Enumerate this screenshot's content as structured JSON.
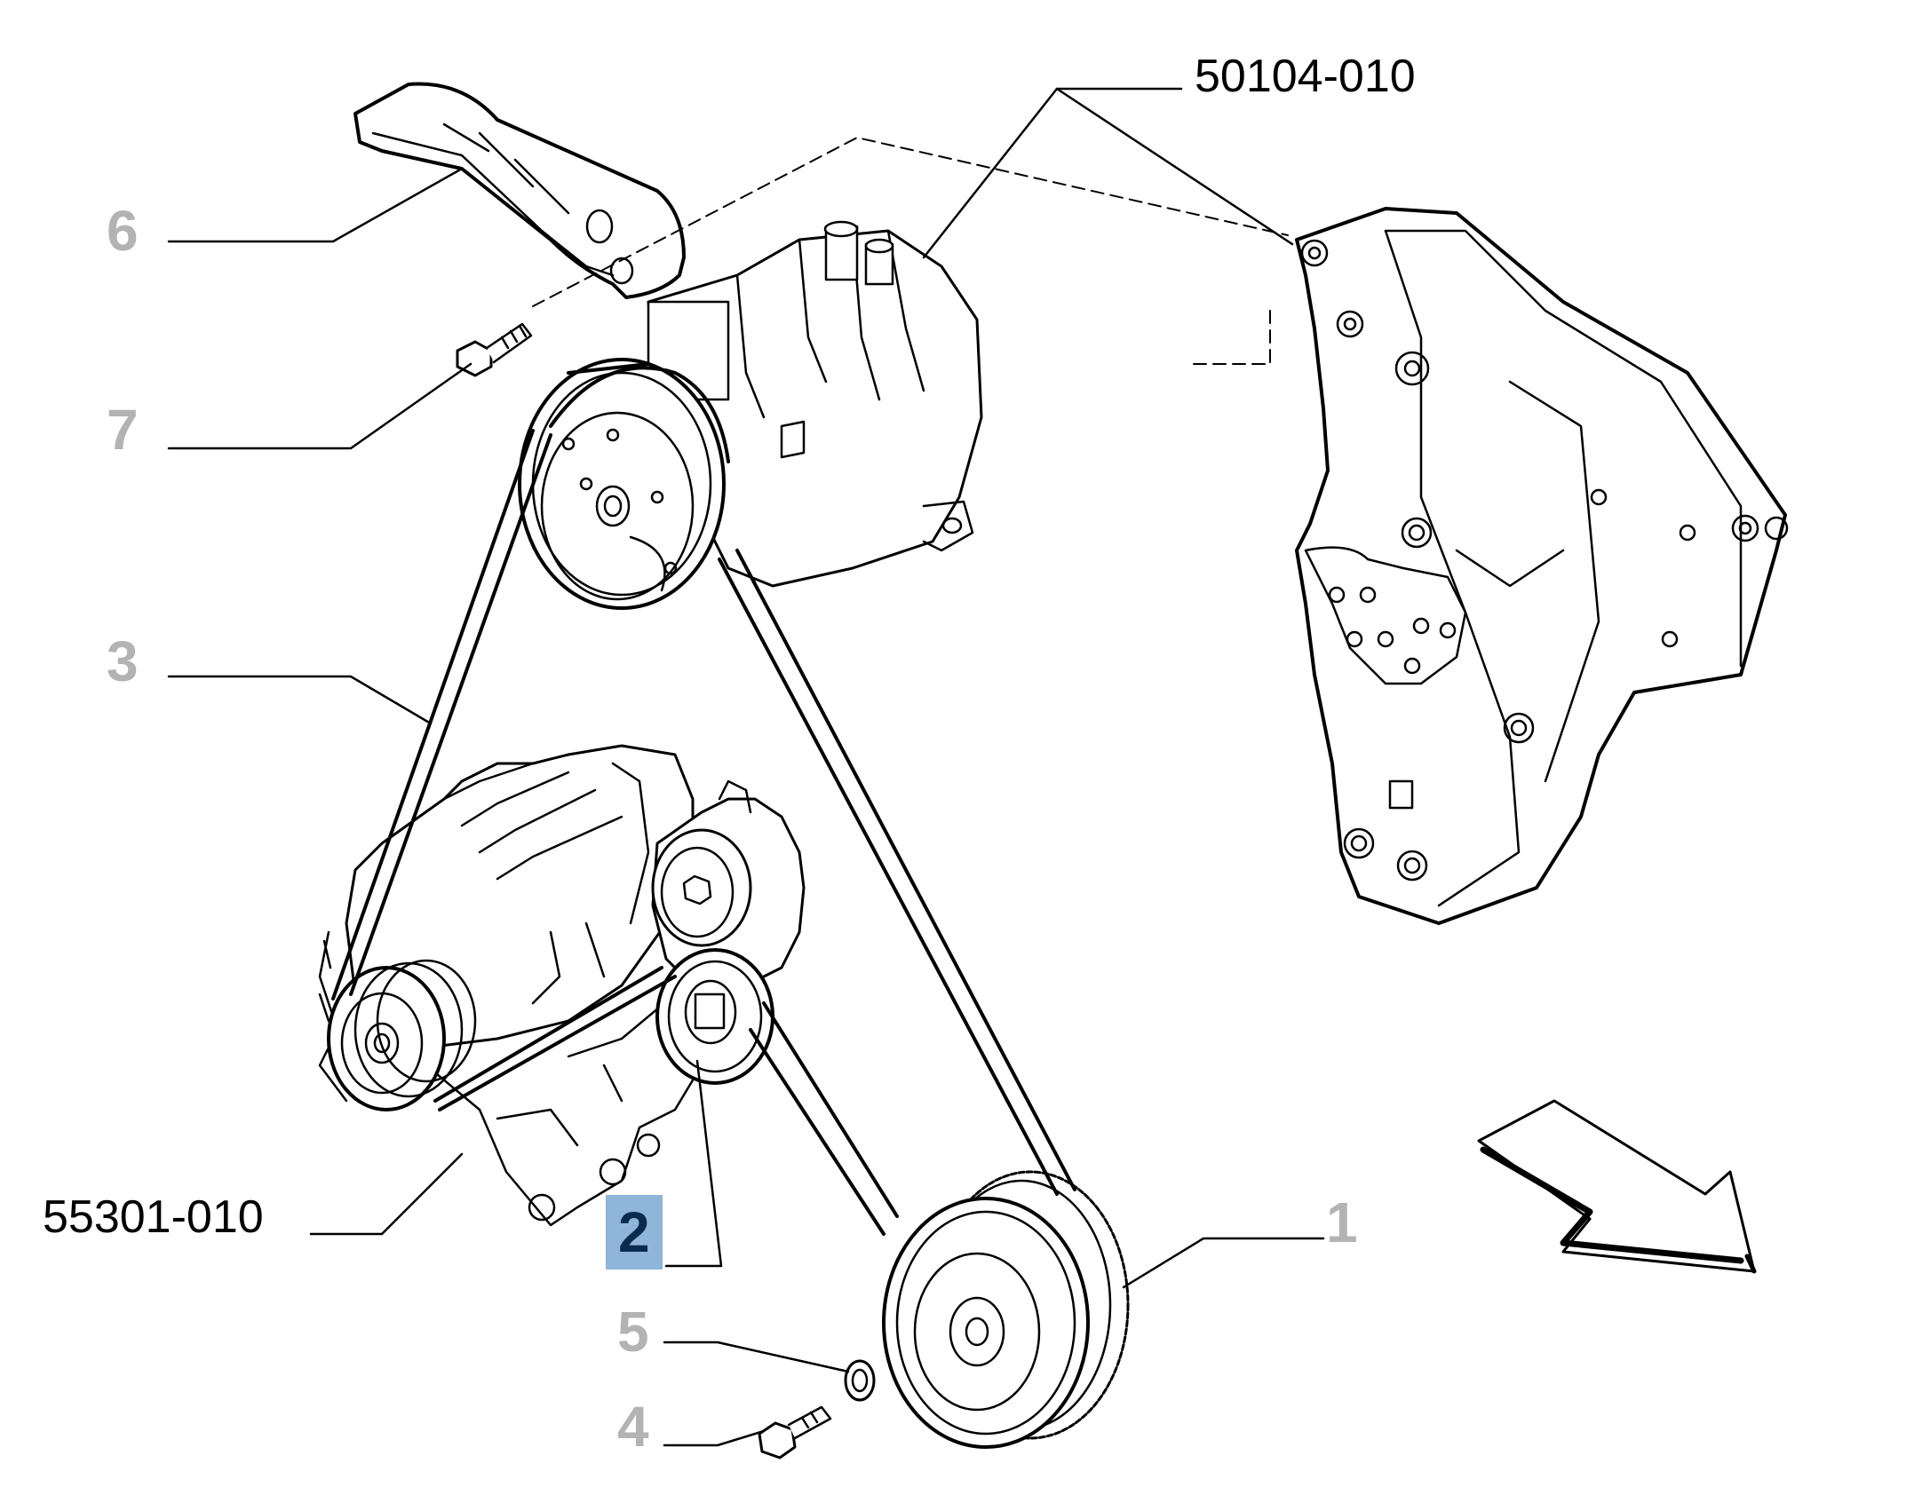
{
  "callouts": {
    "c6": "6",
    "c7": "7",
    "c3": "3",
    "c2": "2",
    "c5": "5",
    "c4": "4",
    "c1": "1",
    "pn_top": "50104-010",
    "pn_left": "55301-010"
  },
  "selected_callout": "2",
  "colors": {
    "line": "#000000",
    "callout_grey": "#b3b3b3",
    "callout_selected_bg": "#8fb5d8",
    "callout_selected_text": "#0a2a4e"
  },
  "icons": [
    "direction-arrow-icon"
  ]
}
